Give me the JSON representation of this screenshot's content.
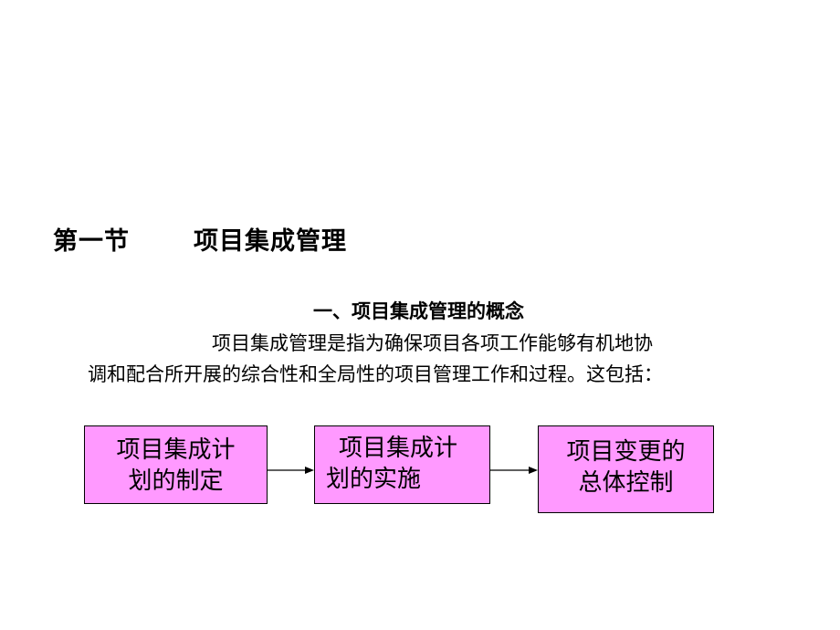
{
  "section": {
    "number": "第一节",
    "title": "项目集成管理"
  },
  "subsection": {
    "heading": "一、项目集成管理的概念"
  },
  "paragraph": {
    "line1": "项目集成管理是指为确保项目各项工作能够有机地协",
    "line2": "调和配合所开展的综合性和全局性的项目管理工作和过程。这包括："
  },
  "flow": {
    "boxes": [
      {
        "line1": "项目集成计",
        "line2": "划的制定"
      },
      {
        "line1": "项目集成计",
        "line2": "划的实施"
      },
      {
        "line1": "项目变更的",
        "line2": "总体控制"
      }
    ]
  },
  "colors": {
    "box_fill": "#ff99ff",
    "text": "#000000",
    "background": "#ffffff"
  }
}
